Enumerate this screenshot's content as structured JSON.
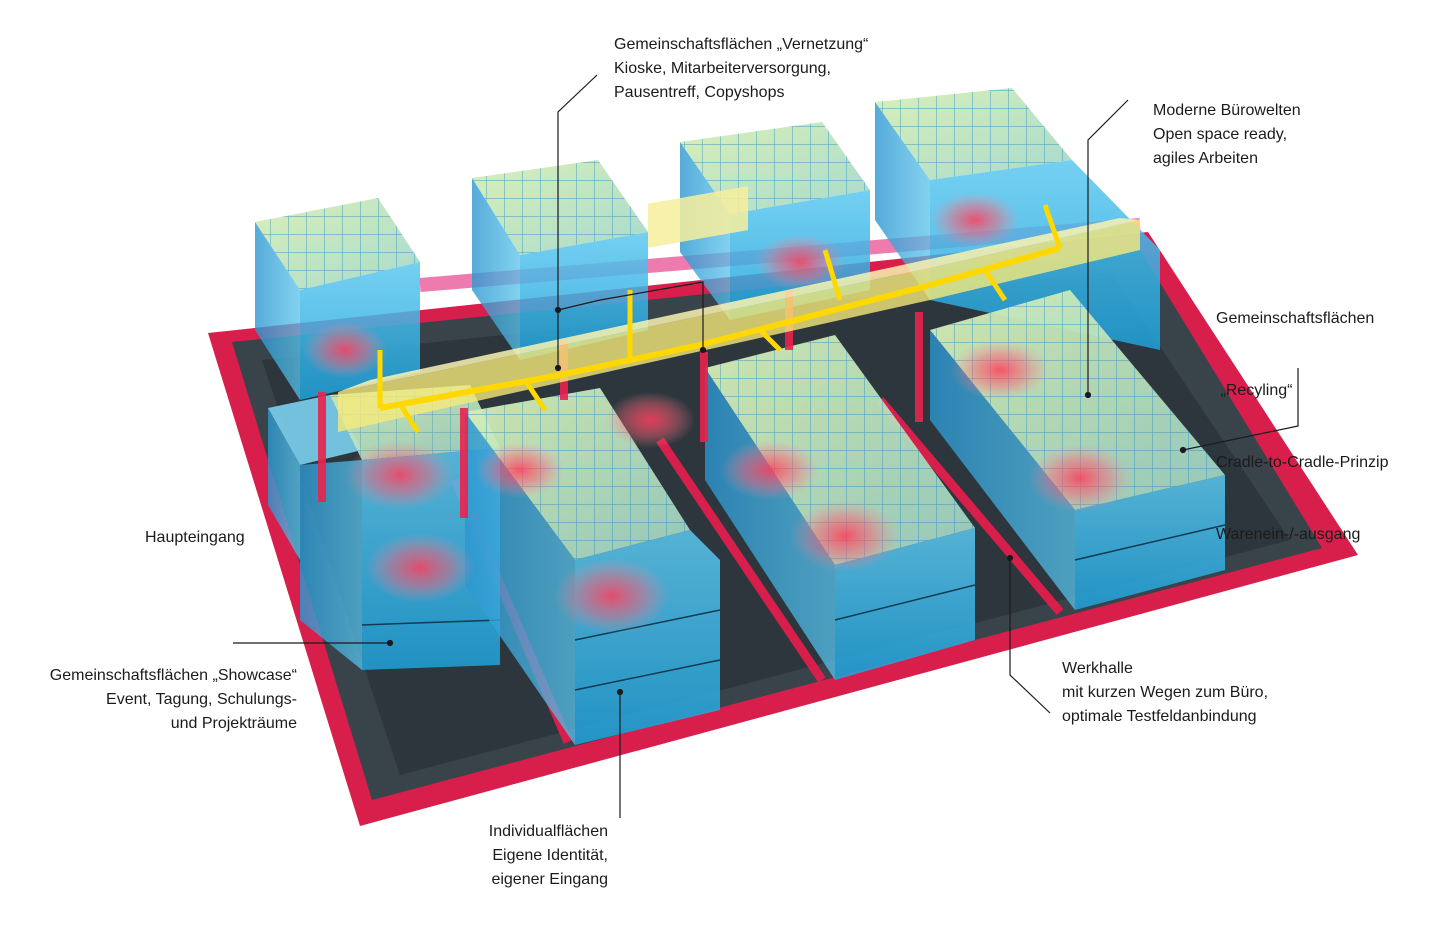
{
  "callouts": {
    "vernetzung": {
      "line1": "Gemeinschaftsflächen „Vernetzung“",
      "line2": "Kioske, Mitarbeiterversorgung,",
      "line3": "Pausentreff, Copyshops"
    },
    "buerowelten": {
      "line1": "Moderne Bürowelten",
      "line2": "Open space ready,",
      "line3": "agiles Arbeiten"
    },
    "recycling": {
      "line1": "Gemeinschaftsflächen",
      "line2": " „Recyling“",
      "line3": "Cradle-to-Cradle-Prinzip",
      "line4": "Warenein-/-ausgang"
    },
    "haupteingang": {
      "line1": "Haupteingang"
    },
    "showcase": {
      "line1": "Gemeinschaftsflächen „Showcase“",
      "line2": "Event, Tagung, Schulungs-",
      "line3": "und Projekträume"
    },
    "werkhalle": {
      "line1": "Werkhalle",
      "line2": "mit kurzen Wegen zum Büro,",
      "line3": "optimale Testfeldanbindung"
    },
    "individual": {
      "line1": "Individualflächen",
      "line2": "Eigene Identität,",
      "line3": "eigener Eingang"
    }
  },
  "colors": {
    "site_border": "#d81e4b",
    "site_floor": "#3a4448",
    "glass_front": "#3ab6e8",
    "glass_side": "#1f8fcf",
    "glass_roof": "#c9e7a8",
    "bridge": "#f5ea7a",
    "bridge_rail": "#ffd800",
    "pillar": "#e8244e",
    "heat_spot": "#ff4f66",
    "leader_line": "#1b1b1b"
  }
}
